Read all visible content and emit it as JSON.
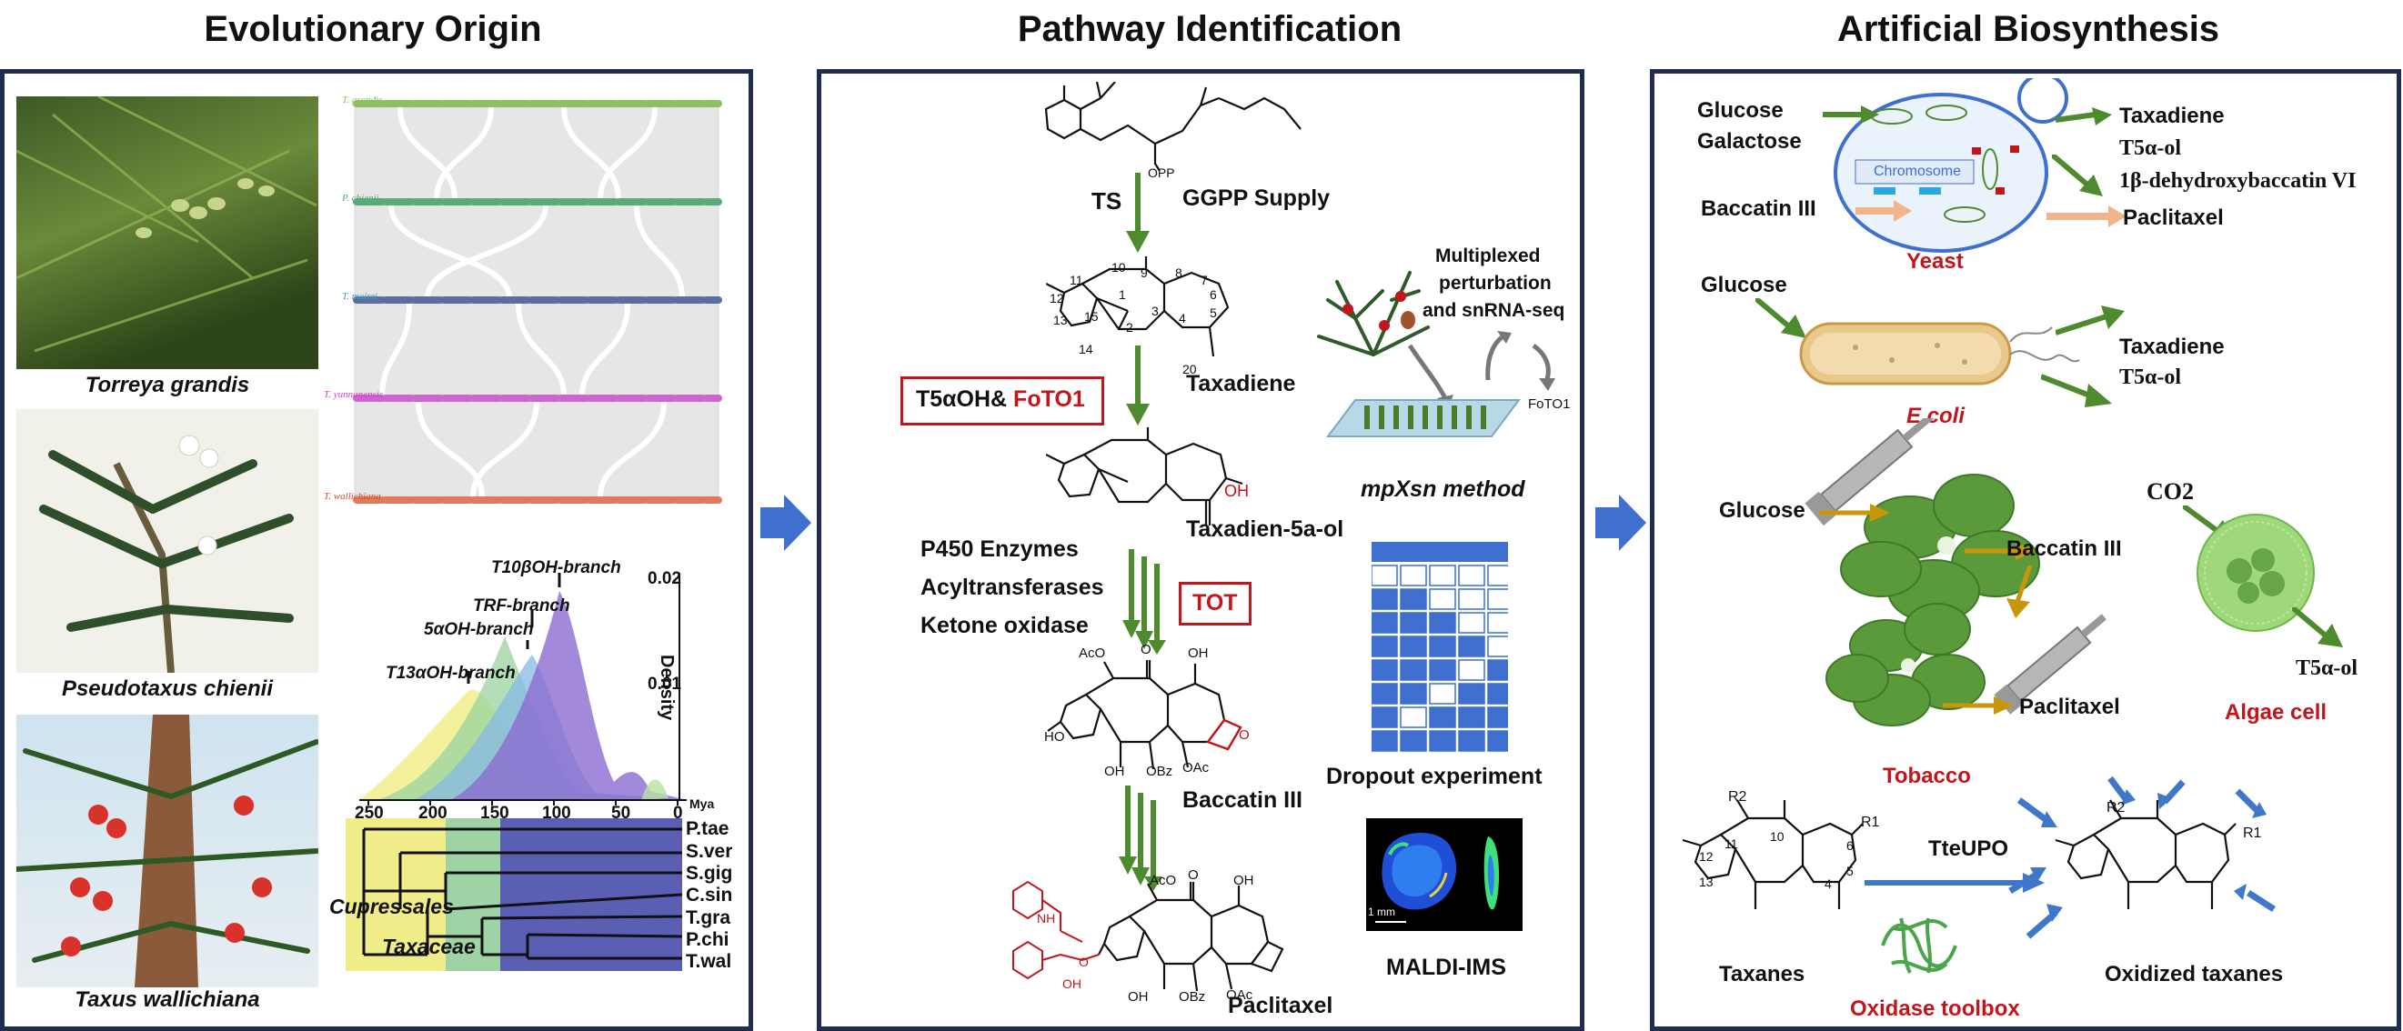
{
  "titles": {
    "left": "Evolutionary Origin",
    "middle": "Pathway Identification",
    "right": "Artificial Biosynthesis"
  },
  "left": {
    "species_photos": [
      "Torreya grandis",
      "Pseudotaxus chienii",
      "Taxus wallichiana"
    ],
    "synteny_tracks": [
      "T. grandis",
      "P. chienii",
      "T. mairei",
      "T. yunnanensis",
      "T. wallichiana"
    ],
    "density": {
      "ylabel": "Density",
      "yticks": [
        "0.02",
        "0.01"
      ],
      "xticks": [
        "250",
        "200",
        "150",
        "100",
        "50",
        "0"
      ],
      "xunit": "Mya",
      "branches": [
        "T10βOH-branch",
        "TRF-branch",
        "5αOH-branch",
        "T13αOH-branch"
      ]
    },
    "tree": {
      "taxa": [
        "P.tae",
        "S.ver",
        "S.gig",
        "C.sin",
        "T.gra",
        "P.chi",
        "T.wal"
      ],
      "clades": [
        "Cupressales",
        "Taxaceae"
      ]
    }
  },
  "middle": {
    "ggpp": "OPP",
    "ts": "TS",
    "ggpp_supply": "GGPP Supply",
    "taxadiene": "Taxadiene",
    "t5": "T5αOH& ",
    "foto": "FoTO1",
    "taxadienol": "Taxadien-5a-ol",
    "oh": "OH",
    "enzymes": [
      "P450 Enzymes",
      "Acyltransferases",
      "Ketone oxidase"
    ],
    "tot": "TOT",
    "baccatin": "Baccatin III",
    "paclitaxel": "Paclitaxel",
    "atom_numbers": [
      "10",
      "9",
      "8",
      "1",
      "7",
      "6",
      "11",
      "12",
      "15",
      "3",
      "4",
      "5",
      "13",
      "2",
      "14",
      "20"
    ],
    "baccatin_labels": [
      "AcO",
      "O",
      "OH",
      "HO",
      "OH",
      "OBz",
      "OAc"
    ],
    "paclitaxel_labels": [
      "AcO",
      "O",
      "OH",
      "NH",
      "O",
      "OH",
      "OH",
      "OBz",
      "OAc"
    ],
    "mpxsn_desc": [
      "Multiplexed",
      "perturbation",
      "and snRNA-seq"
    ],
    "foto_small": "FoTO1",
    "mpxsn_method": "mpXsn method",
    "dropout": "Dropout experiment",
    "maldi": "MALDI-IMS",
    "scale": "1 mm",
    "dropout_grid": [
      [
        1,
        1,
        1,
        1,
        1
      ],
      [
        0,
        0,
        0,
        0,
        0
      ],
      [
        1,
        1,
        0,
        0,
        0
      ],
      [
        1,
        1,
        1,
        0,
        0
      ],
      [
        1,
        1,
        1,
        1,
        0
      ],
      [
        1,
        1,
        1,
        0,
        1
      ],
      [
        1,
        1,
        0,
        1,
        1
      ],
      [
        1,
        0,
        1,
        1,
        1
      ],
      [
        1,
        1,
        1,
        1,
        1
      ]
    ]
  },
  "right": {
    "yeast_inputs": [
      "Glucose",
      "Galactose"
    ],
    "baccatin_in": "Baccatin III",
    "chromosome": "Chromosome",
    "yeast_outputs": [
      "Taxadiene",
      "T5α-ol",
      "1β-dehydroxybaccatin VI",
      "Paclitaxel"
    ],
    "yeast": "Yeast",
    "ecoli_input": "Glucose",
    "ecoli_outputs": [
      "Taxadiene",
      "T5α-ol"
    ],
    "ecoli": "E.coli",
    "tobacco_input": "Glucose",
    "tobacco_mid": "Baccatin III",
    "tobacco_out": "Paclitaxel",
    "tobacco": "Tobacco",
    "co2": "CO2",
    "algae_out": "T5α-ol",
    "algae": "Algae cell",
    "taxanes": "Taxanes",
    "enzyme": "TteUPO",
    "oxidized": "Oxidized taxanes",
    "toolbox": "Oxidase toolbox",
    "r1": "R1",
    "r2": "R2",
    "numbers": [
      "10",
      "11",
      "12",
      "13",
      "4",
      "5",
      "6"
    ]
  }
}
